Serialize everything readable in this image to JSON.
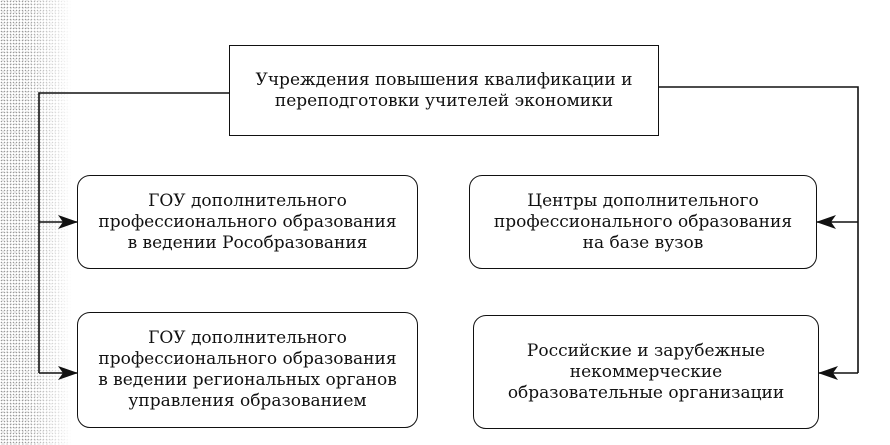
{
  "diagram": {
    "root": {
      "label": "Учреждения повышения квалификации и\nпереподготовки учителей экономики"
    },
    "left": [
      {
        "label": "ГОУ дополнительного\nпрофессионального образования\nв ведении Рособразования"
      },
      {
        "label": "ГОУ дополнительного\nпрофессионального образования\nв ведении региональных органов\nуправления образованием"
      }
    ],
    "right": [
      {
        "label": "Центры дополнительного\nпрофессионального образования\nна базе вузов"
      },
      {
        "label": "Российские и зарубежные\nнекоммерческие\nобразовательные организации"
      }
    ]
  }
}
